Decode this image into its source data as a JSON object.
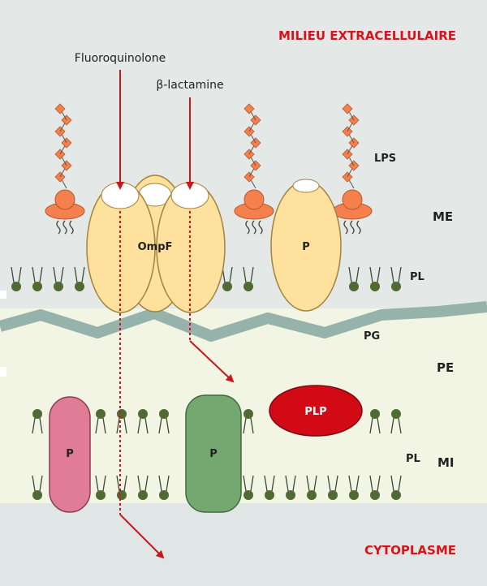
{
  "labels": {
    "top_title": "MILIEU EXTRACELLULAIRE",
    "bottom_title": "CYTOPLASME",
    "drug_1": "Fluoroquinolone",
    "drug_2": "β-lactamine",
    "lps": "LPS",
    "outer_membrane": "ME",
    "pl_outer": "PL",
    "peptidoglycan": "PG",
    "periplasm": "PE",
    "pl_inner": "PL",
    "inner_membrane": "MI",
    "porin": "OmpF",
    "protein_outer": "P",
    "plp": "PLP",
    "protein_inner_pink": "P",
    "protein_inner_green": "P"
  },
  "colors": {
    "title_red": "#d8141a",
    "arrow_red": "#c8181b",
    "extracellular_bg": "#e4e9e8",
    "periplasm_bg": "#f2f4e4",
    "cytoplasm_bg": "#dfe6e5",
    "pg_band": "#95b3aa",
    "lipid_head": "#4f6a33",
    "porin_fill": "#fde19d",
    "lps_orange": "#f5804d",
    "plp_red": "#d10a16",
    "pink_protein": "#e07c96",
    "green_protein": "#75a870"
  }
}
